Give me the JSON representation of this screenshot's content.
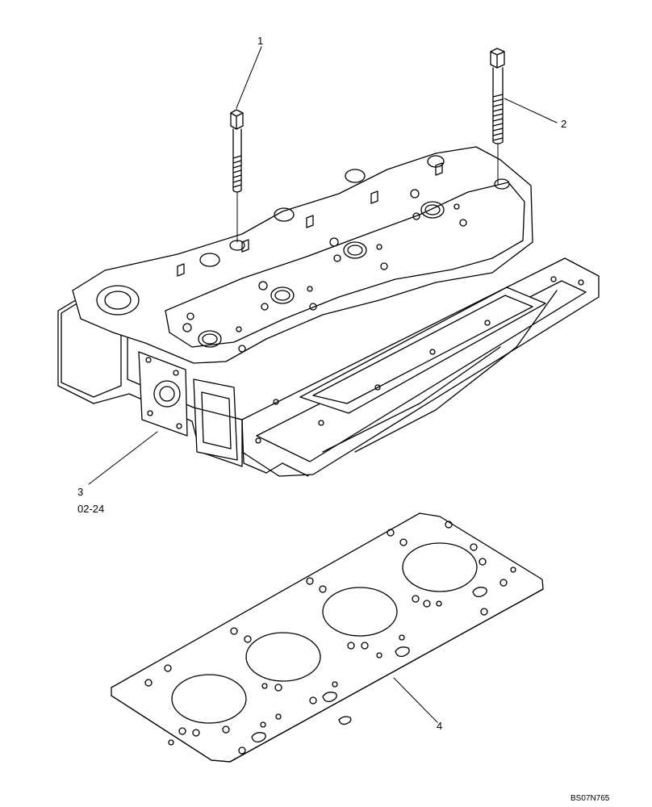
{
  "callouts": [
    {
      "number": "1"
    },
    {
      "number": "2"
    },
    {
      "number": "3",
      "page_ref": "02-24"
    },
    {
      "number": "4"
    }
  ],
  "drawing_ref": "BS07N765"
}
